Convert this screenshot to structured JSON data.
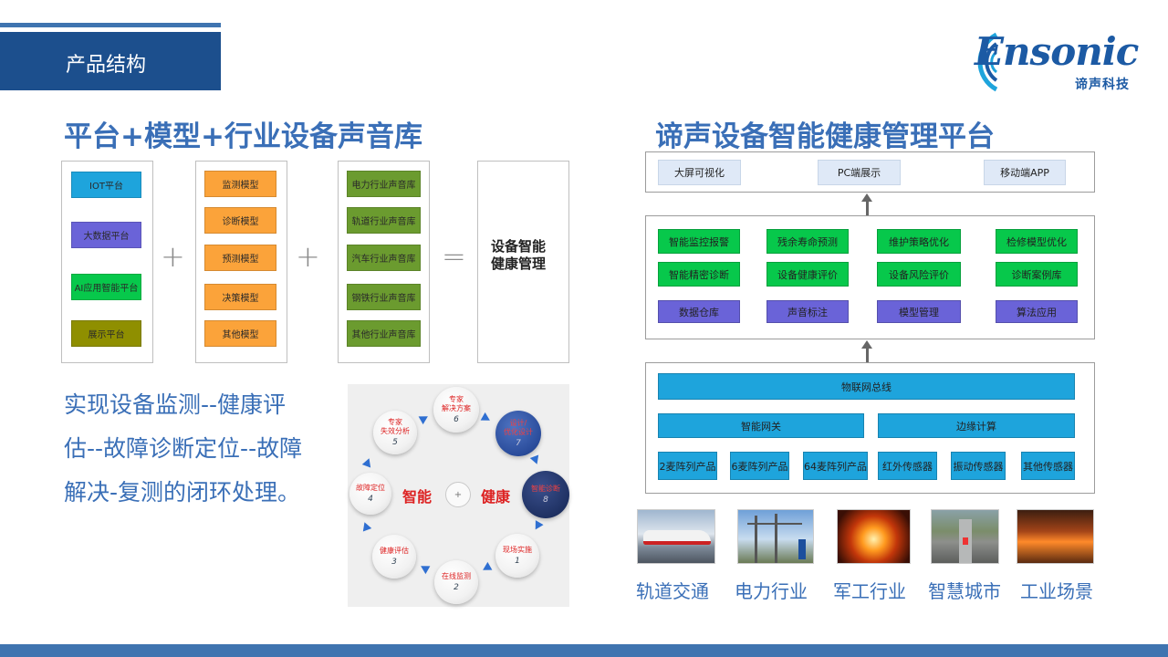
{
  "header": {
    "title": "产品结构"
  },
  "logo": {
    "wordmark": "Ensonic",
    "subtitle": "谛声科技"
  },
  "left": {
    "heading": "平台+模型+行业设备声音库",
    "platforms": [
      "IOT平台",
      "大数据平台",
      "AI应用智能平台",
      "展示平台"
    ],
    "models": [
      "监测模型",
      "诊断模型",
      "预测模型",
      "决策模型",
      "其他模型"
    ],
    "libraries": [
      "电力行业声音库",
      "轨道行业声音库",
      "汽车行业声音库",
      "钢铁行业声音库",
      "其他行业声音库"
    ],
    "plus1": "+",
    "plus2": "+",
    "equals": "=",
    "result": "设备智能健康管理",
    "description": "实现设备监测--健康评估--故障诊断定位--故障解决-复测的闭环处理。"
  },
  "cycle": {
    "center_left": "智能",
    "center_right": "健康",
    "center_plus": "+",
    "nodes": [
      {
        "label": "专家\n解决方案",
        "num": "6"
      },
      {
        "label": "设计/\n优化设计",
        "num": "7"
      },
      {
        "label": "智能诊断",
        "num": "8"
      },
      {
        "label": "现场实施",
        "num": "1"
      },
      {
        "label": "在线监测",
        "num": "2"
      },
      {
        "label": "健康评估",
        "num": "3"
      },
      {
        "label": "故障定位",
        "num": "4"
      },
      {
        "label": "专家\n失效分析",
        "num": "5"
      }
    ]
  },
  "right": {
    "heading": "谛声设备智能健康管理平台",
    "display": [
      "大屏可视化",
      "PC端展示",
      "移动端APP"
    ],
    "apps_green": [
      "智能监控报警",
      "残余寿命预测",
      "维护策略优化",
      "检修模型优化",
      "智能精密诊断",
      "设备健康评价",
      "设备风险评价",
      "诊断案例库"
    ],
    "apps_purple": [
      "数据仓库",
      "声音标注",
      "模型管理",
      "算法应用"
    ],
    "bus": "物联网总线",
    "gateway": "智能网关",
    "edge": "边缘计算",
    "sensors": [
      "2麦阵列产品",
      "6麦阵列产品",
      "64麦阵列产品",
      "红外传感器",
      "振动传感器",
      "其他传感器"
    ]
  },
  "industries": [
    "轨道交通",
    "电力行业",
    "军工行业",
    "智慧城市",
    "工业场景"
  ],
  "colors": {
    "brand_blue": "#1c4f8d",
    "heading_blue": "#3a6fb7",
    "chip_cyan": "#1ea4dc",
    "chip_purple": "#6a63d8",
    "chip_green": "#07c84b",
    "chip_orange": "#fba33a",
    "chip_olive": "#8f8f00",
    "chip_libgreen": "#6b9b2f"
  }
}
